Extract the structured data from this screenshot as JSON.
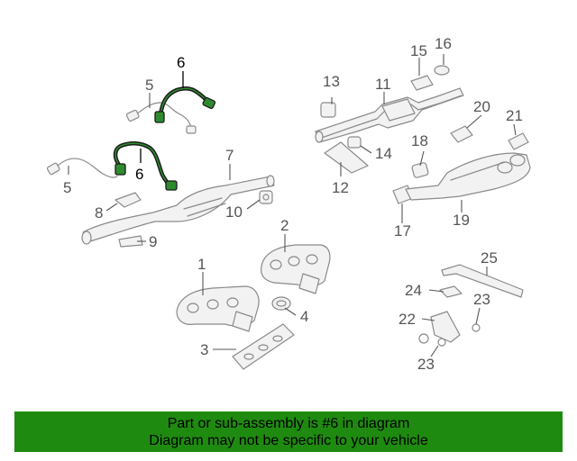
{
  "diagram": {
    "callouts": {
      "c1": "1",
      "c2": "2",
      "c3": "3",
      "c4": "4",
      "c5a": "5",
      "c5b": "5",
      "c6a": "6",
      "c6b": "6",
      "c7": "7",
      "c8": "8",
      "c9": "9",
      "c10": "10",
      "c11": "11",
      "c12": "12",
      "c13": "13",
      "c14": "14",
      "c15": "15",
      "c16": "16",
      "c17": "17",
      "c18": "18",
      "c19": "19",
      "c20": "20",
      "c21": "21",
      "c22": "22",
      "c23a": "23",
      "c23b": "23",
      "c24": "24",
      "c25": "25"
    },
    "highlight_color": "#2e8b2e"
  },
  "banner": {
    "line1": "Part or sub-assembly is #6 in diagram",
    "line2": "Diagram may not be specific to your vehicle",
    "background": "#1f8a10"
  }
}
